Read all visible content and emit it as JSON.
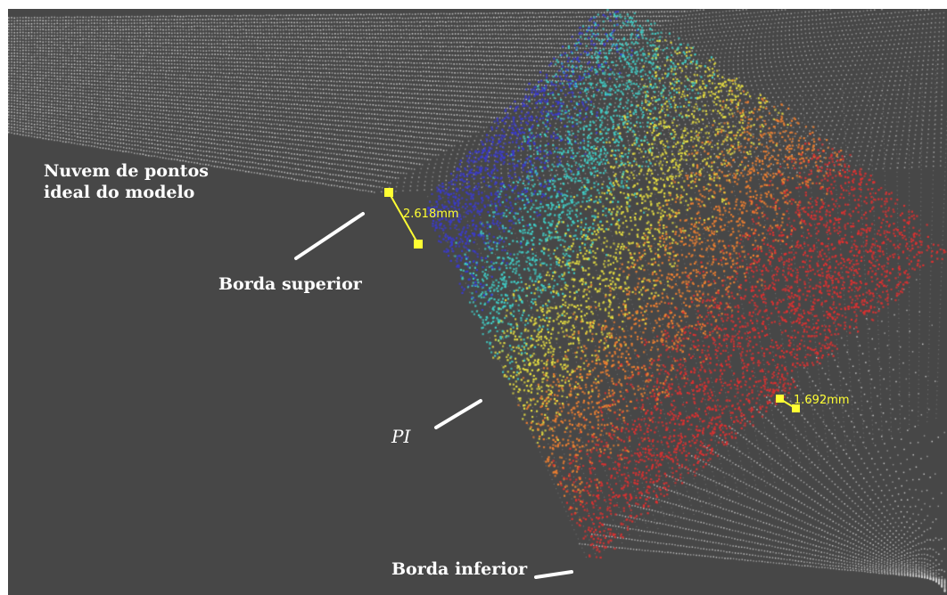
{
  "labels": {
    "ideal_cloud": "Nuvem de pontos ideal do modelo",
    "top_edge": "Borda superior",
    "pi": "PI",
    "bottom_edge": "Borda inferior"
  },
  "measurements": {
    "top_width": "2.618mm",
    "bottom_width": "1.692mm"
  },
  "colors": {
    "background": "#474747",
    "ideal_points": "#d8d8d8",
    "measure": "#ffff33",
    "annotation": "#ffffff",
    "deviation_scale": [
      "#3a3ad0",
      "#3fd0c8",
      "#e8e040",
      "#f08030",
      "#e03030"
    ]
  }
}
